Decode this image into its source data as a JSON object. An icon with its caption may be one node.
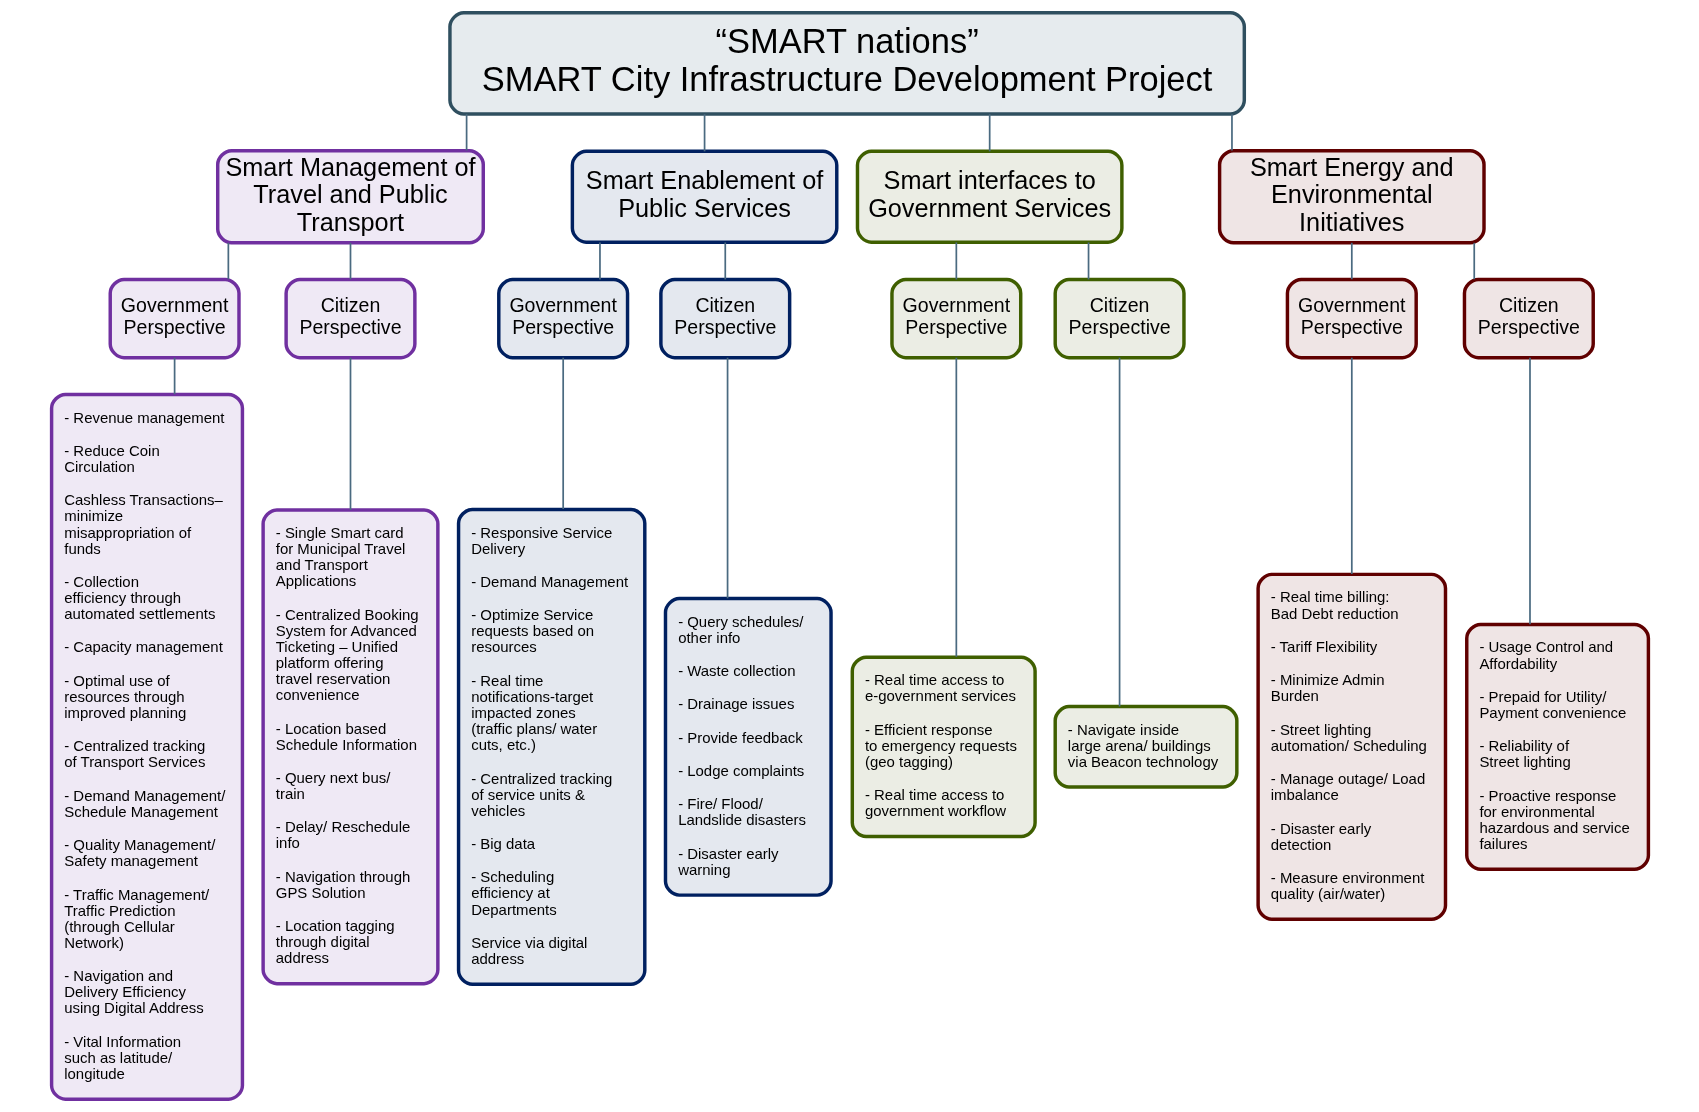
{
  "diagram": {
    "nodes": [
      {
        "text": [
          "“SMART nations”",
          "SMART City Infrastructure Development Project"
        ]
      },
      {
        "text": [
          "Smart Management of Travel and Public Transport"
        ]
      },
      {
        "text": [
          "Smart Enablement of Public Services"
        ]
      },
      {
        "text": [
          "Smart interfaces to Government Services"
        ]
      },
      {
        "text": [
          "Smart Energy and Environmental Initiatives"
        ]
      },
      {
        "text": [
          "Government Perspective"
        ]
      },
      {
        "text": [
          "Citizen Perspective"
        ]
      },
      {
        "text": [
          "Government Perspective"
        ]
      },
      {
        "text": [
          "Citizen Perspective"
        ]
      },
      {
        "text": [
          "Government Perspective"
        ]
      },
      {
        "text": [
          "Citizen Perspective"
        ]
      },
      {
        "text": [
          "Government Perspective"
        ]
      },
      {
        "text": [
          "Citizen Perspective"
        ]
      },
      {
        "text": [
          "- Revenue management",
          "- Reduce Coin Circulation",
          "Cashless Transactions– minimize misappropriation of funds",
          "- Collection efficiency through automated settlements",
          "- Capacity management",
          "- Optimal use of resources through improved planning",
          "- Centralized tracking of Transport Services",
          "- Demand Management/ Schedule Management",
          "- Quality Management/ Safety management",
          "- Traffic Management/ Traffic Prediction (through Cellular Network)",
          "- Navigation and Delivery Efficiency using Digital Address",
          "- Vital Information such as latitude/ longitude"
        ]
      },
      {
        "text": [
          "- Single Smart card for Municipal Travel and Transport Applications",
          "- Centralized Booking System for Advanced Ticketing – Unified platform offering travel reservation convenience",
          "- Location based Schedule Information",
          "- Query next bus/ train",
          "- Delay/ Reschedule info",
          "- Navigation through GPS Solution",
          "- Location tagging through digital address"
        ]
      },
      {
        "text": [
          "- Responsive Service Delivery",
          "- Demand Management",
          "- Optimize Service requests based on resources",
          "- Real time notifications-target impacted zones (traffic plans/ water cuts, etc.)",
          "- Centralized tracking of service units & vehicles",
          "- Big data",
          "- Scheduling efficiency at Departments",
          "Service via digital address"
        ]
      },
      {
        "text": [
          "- Query schedules/ other info",
          "- Waste collection",
          "- Drainage issues",
          "- Provide feedback",
          "- Lodge complaints",
          "- Fire/ Flood/ Landslide disasters",
          "- Disaster early warning"
        ]
      },
      {
        "text": [
          "- Real time access to e-government services",
          "- Efficient response to emergency requests (geo tagging)",
          "- Real time access to government workflow"
        ]
      },
      {
        "text": [
          "- Navigate inside large arena/ buildings via Beacon technology"
        ]
      },
      {
        "text": [
          "- Real time billing: Bad Debt reduction",
          "- Tariff Flexibility",
          "- Minimize Admin Burden",
          "- Street lighting automation/ Scheduling",
          "- Manage outage/ Load imbalance",
          "- Disaster early detection",
          "- Measure environment quality (air/water)"
        ]
      },
      {
        "text": [
          "- Usage Control and Affordability",
          "- Prepaid for Utility/ Payment convenience",
          "- Reliability of Street lighting",
          "- Proactive response for environmental hazardous and service failures"
        ]
      }
    ],
    "edges": [
      {
        "from": 0,
        "to": 1,
        "arrow": "none"
      },
      {
        "from": 0,
        "to": 2,
        "arrow": "none"
      },
      {
        "from": 0,
        "to": 3,
        "arrow": "none"
      },
      {
        "from": 0,
        "to": 4,
        "arrow": "none"
      },
      {
        "from": 1,
        "to": 5,
        "arrow": "none"
      },
      {
        "from": 1,
        "to": 6,
        "arrow": "none"
      },
      {
        "from": 2,
        "to": 7,
        "arrow": "none"
      },
      {
        "from": 2,
        "to": 8,
        "arrow": "none"
      },
      {
        "from": 3,
        "to": 9,
        "arrow": "none"
      },
      {
        "from": 3,
        "to": 10,
        "arrow": "none"
      },
      {
        "from": 4,
        "to": 11,
        "arrow": "none"
      },
      {
        "from": 4,
        "to": 12,
        "arrow": "none"
      },
      {
        "from": 5,
        "to": 13,
        "arrow": "none"
      },
      {
        "from": 6,
        "to": 14,
        "arrow": "none"
      },
      {
        "from": 7,
        "to": 15,
        "arrow": "none"
      },
      {
        "from": 8,
        "to": 16,
        "arrow": "none"
      },
      {
        "from": 9,
        "to": 17,
        "arrow": "none"
      },
      {
        "from": 10,
        "to": 18,
        "arrow": "none"
      },
      {
        "from": 11,
        "to": 19,
        "arrow": "none"
      },
      {
        "from": 12,
        "to": 20,
        "arrow": "none"
      }
    ]
  }
}
